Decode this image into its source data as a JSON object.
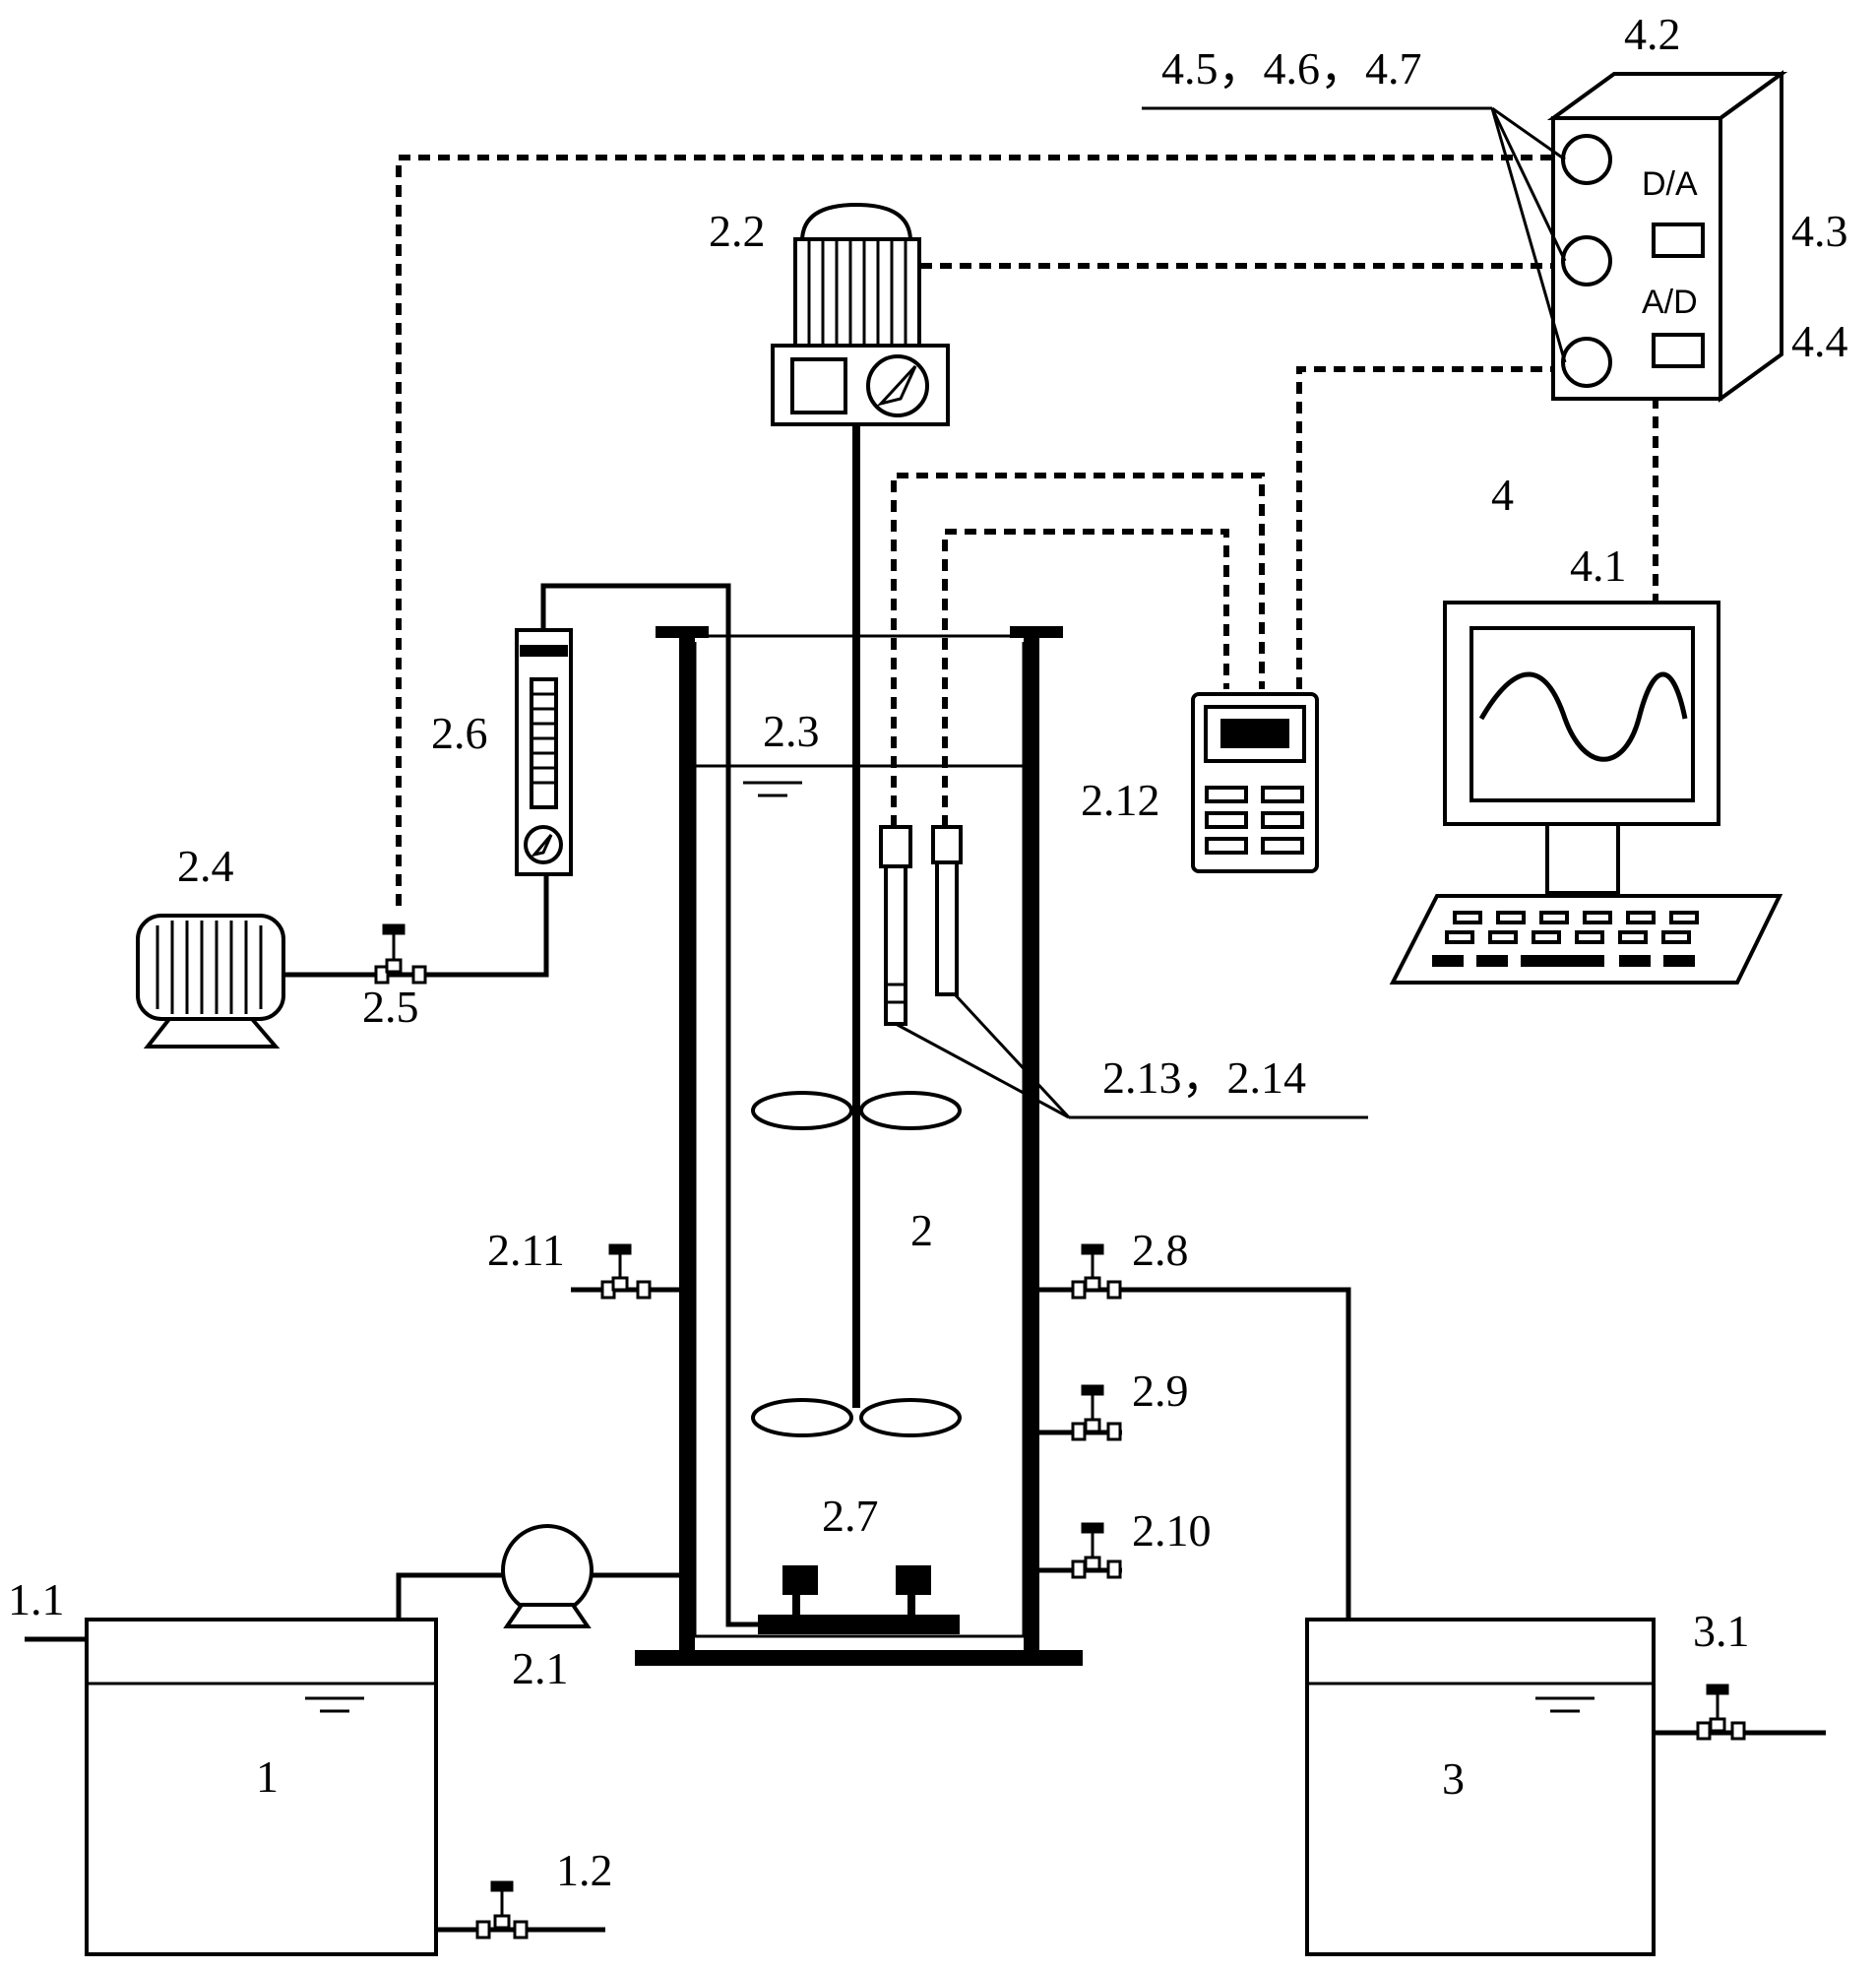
{
  "labels": {
    "feed_tank": "1",
    "feed_tank_inlet": "1.1",
    "feed_tank_drain": "1.2",
    "reactor": "2",
    "feed_pump": "2.1",
    "stirrer_motor": "2.2",
    "liquid_level": "2.3",
    "air_compressor": "2.4",
    "air_valve": "2.5",
    "flowmeter": "2.6",
    "aerator": "2.7",
    "outlet_valve_1": "2.8",
    "outlet_valve_2": "2.9",
    "outlet_valve_3": "2.10",
    "sampling_valve": "2.11",
    "meter": "2.12",
    "probes": "2.13，2.14",
    "effluent_tank": "3",
    "effluent_valve": "3.1",
    "control_system": "4",
    "computer": "4.1",
    "control_box": "4.2",
    "da_converter": "4.3",
    "ad_converter": "4.4",
    "relays": "4.5，4.6，4.7",
    "da_text": "D/A",
    "ad_text": "A/D"
  }
}
